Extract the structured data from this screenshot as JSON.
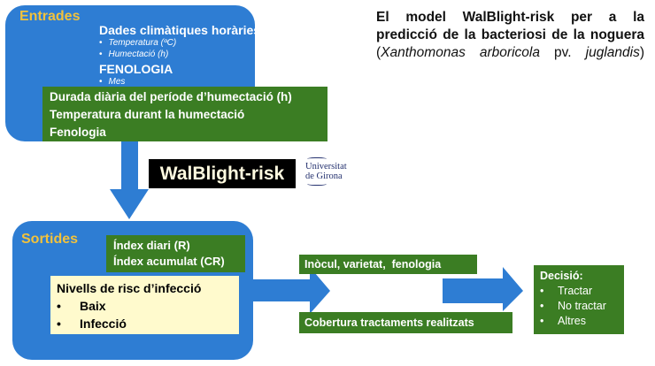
{
  "title": {
    "line1": "El model WalBlight-risk per a la",
    "line2": "predicció de la bacteriosi de la noguera",
    "line3_open": "(",
    "species": "Xanthomonas arboricola",
    "pv": " pv. ",
    "pathovar": "juglandis",
    "line3_close": ")"
  },
  "inputs": {
    "label": "Entrades",
    "climate_heading": "Dades climàtiques horàries",
    "climate_items": [
      "Temperatura (ºC)",
      "Humectació (h)"
    ],
    "phenology_heading": "FENOLOGIA",
    "phenology_items": [
      "Mes"
    ],
    "derived": [
      "Durada diària del període d’humectació (h)",
      "Temperatura durant la humectació",
      "Fenologia"
    ]
  },
  "model": {
    "name": "WalBlight-risk",
    "logo_text": [
      "Universitat",
      "de Girona"
    ]
  },
  "outputs": {
    "label": "Sortides",
    "indices": [
      "Índex diari (R)",
      "Índex acumulat (CR)"
    ],
    "risk_heading": "Nivells de risc d’infecció",
    "risk_levels": [
      "Baix",
      "Infecció"
    ]
  },
  "factors": {
    "top": "Inòcul, varietat,  fenologia",
    "bottom": "Cobertura tractaments realitzats"
  },
  "decision": {
    "heading": "Decisió:",
    "options": [
      "Tractar",
      "No tractar",
      "Altres"
    ]
  },
  "colors": {
    "blue": "#2e7dd3",
    "green": "#3b7d23",
    "gold": "#f2c23c",
    "yellow": "#fffacd",
    "black": "#000000"
  }
}
